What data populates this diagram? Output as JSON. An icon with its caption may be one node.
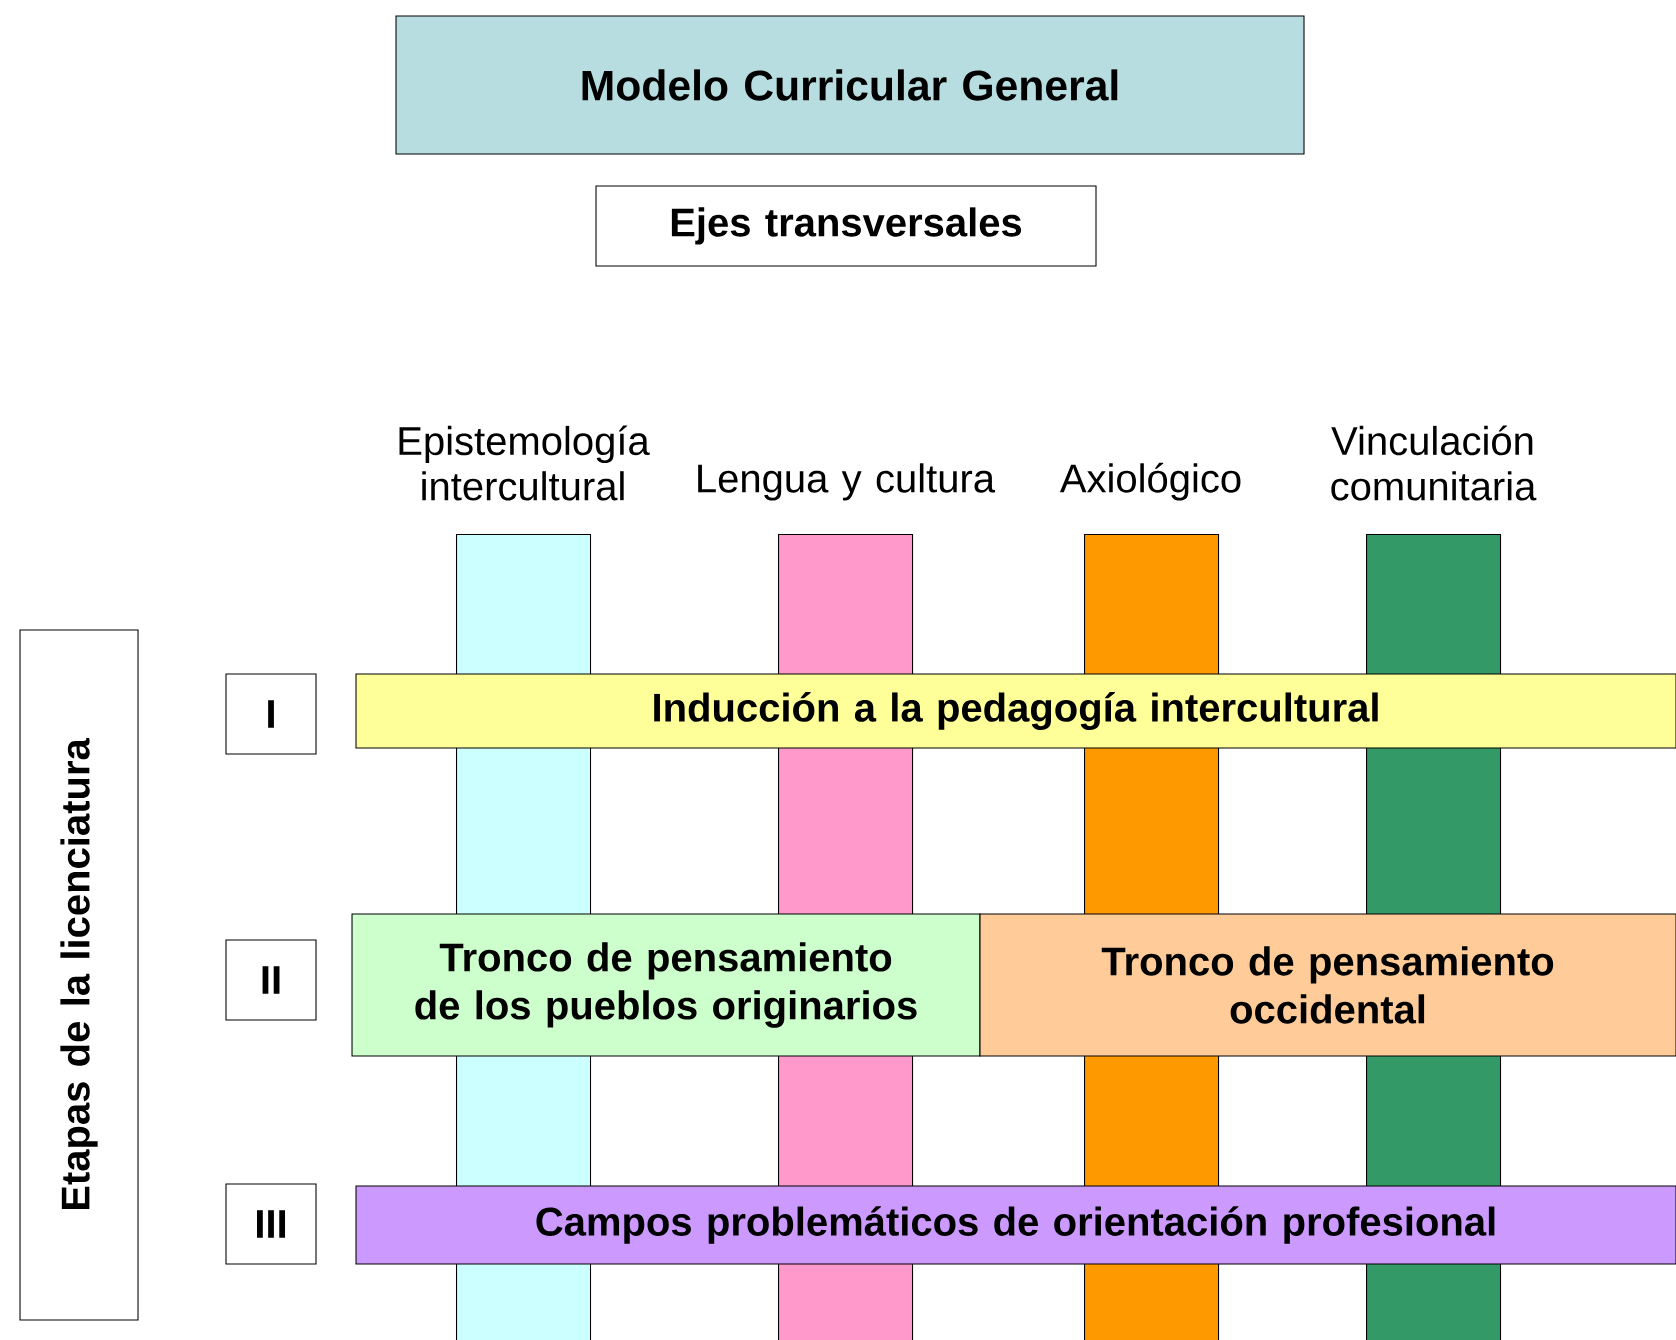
{
  "diagram": {
    "nodes": [
      {
        "text": [
          "Modelo Curricular General"
        ]
      },
      {
        "text": [
          "Ejes transversales"
        ]
      },
      {
        "text": [
          "Epistemología intercultural"
        ]
      },
      {
        "text": [
          "Lengua y cultura"
        ]
      },
      {
        "text": [
          "Axiológico"
        ]
      },
      {
        "text": [
          "Vinculación comunitaria"
        ]
      },
      {
        "text": [
          "Etapas de la licenciatura"
        ]
      },
      {
        "text": [
          "I"
        ]
      },
      {
        "text": [
          "II"
        ]
      },
      {
        "text": [
          "III"
        ]
      },
      {
        "text": [
          "Inducción a la pedagogía intercultural"
        ]
      },
      {
        "text": [
          "Tronco de pensamiento de los pueblos originarios"
        ]
      },
      {
        "text": [
          "Tronco de pensamiento occidental"
        ]
      },
      {
        "text": [
          "Campos problemáticos de orientación profesional"
        ]
      }
    ]
  }
}
